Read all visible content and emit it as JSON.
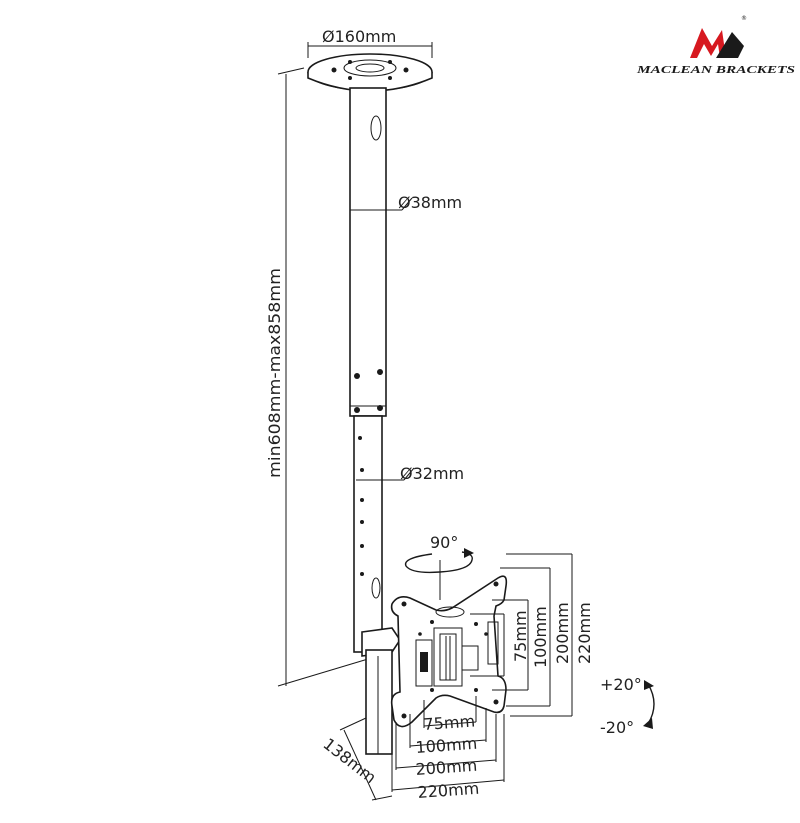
{
  "brand": {
    "name": "MACLEAN BRACKETS",
    "colors": {
      "red": "#d71920",
      "dark": "#1a1a1a"
    }
  },
  "dimensions": {
    "ceiling_plate": "Ø160mm",
    "upper_tube": "Ø38mm",
    "lower_tube": "Ø32mm",
    "height_range": "min608mm-max858mm",
    "depth": "138mm"
  },
  "motion": {
    "swivel": "90°",
    "tilt_up": "+20°",
    "tilt_down": "-20°"
  },
  "vesa": {
    "horizontal": [
      "75mm",
      "100mm",
      "200mm",
      "220mm"
    ],
    "vertical": [
      "75mm",
      "100mm",
      "200mm",
      "220mm"
    ]
  }
}
